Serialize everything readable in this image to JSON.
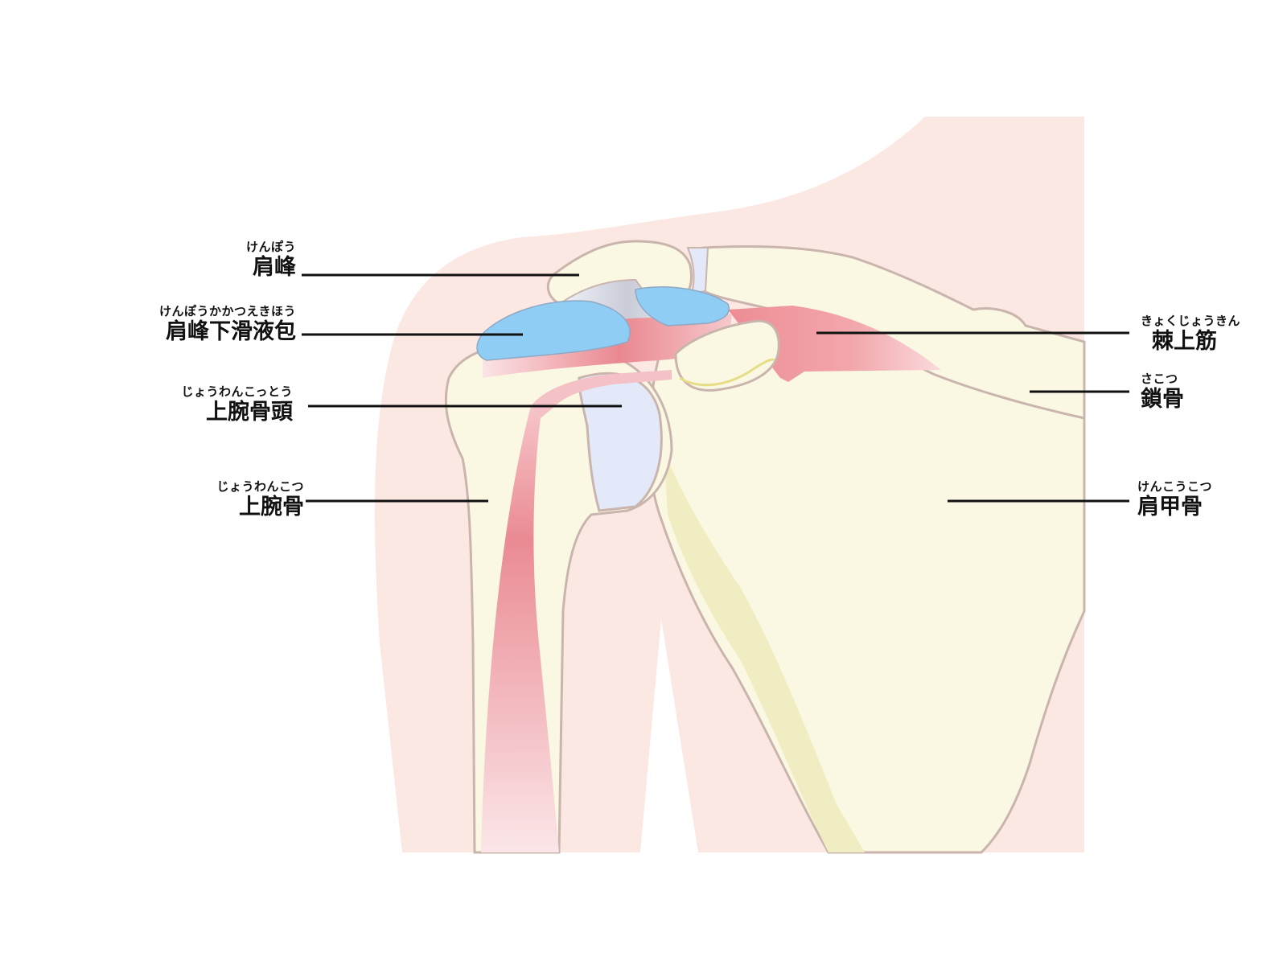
{
  "labels": {
    "acromion": {
      "name": "肩峰",
      "ruby": "けんぽう"
    },
    "bursa": {
      "name": "肩峰下滑液包",
      "ruby": "けんぽうかかつえきほう"
    },
    "humeral_head": {
      "name": "上腕骨頭",
      "ruby": "じょうわんこっとう"
    },
    "humerus": {
      "name": "上腕骨",
      "ruby": "じょうわんこつ"
    },
    "supraspinatus": {
      "name": "棘上筋",
      "ruby": "きょくじょうきん"
    },
    "clavicle": {
      "name": "鎖骨",
      "ruby": "さこつ"
    },
    "scapula": {
      "name": "肩甲骨",
      "ruby": "けんこうこつ"
    }
  },
  "colors": {
    "skin": "#fce8e3",
    "bone": "#faf8e3",
    "bone_outline": "#c9b5ae",
    "cartilage": "#e3e9f8",
    "bursa": "#8fcdf4",
    "muscle": "#e98a90",
    "tendon": "#f4c2c6"
  }
}
